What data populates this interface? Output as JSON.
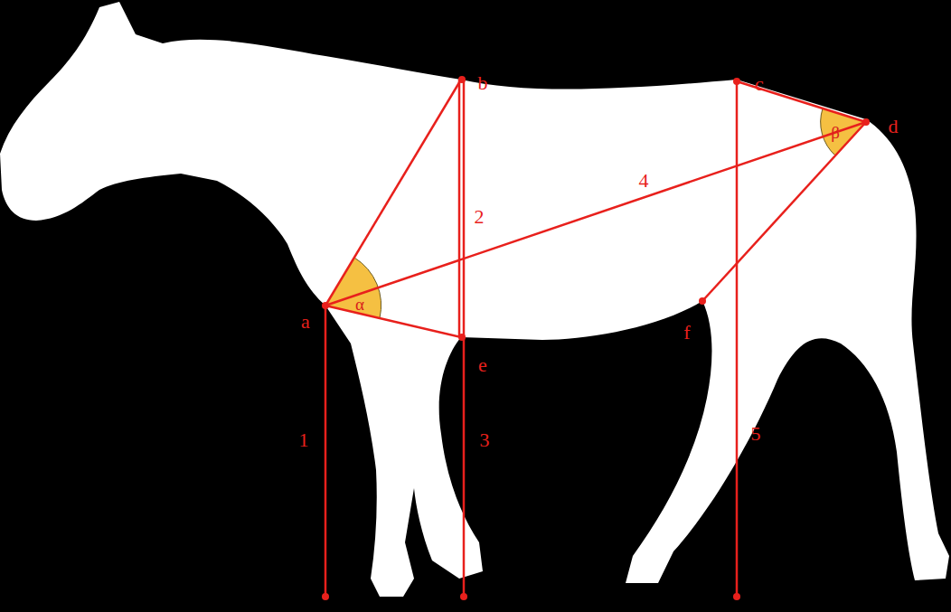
{
  "diagram": {
    "labels": [
      "a",
      "b",
      "c",
      "d",
      "e",
      "f",
      "1",
      "2",
      "3",
      "4",
      "5",
      "α",
      "β"
    ]
  }
}
